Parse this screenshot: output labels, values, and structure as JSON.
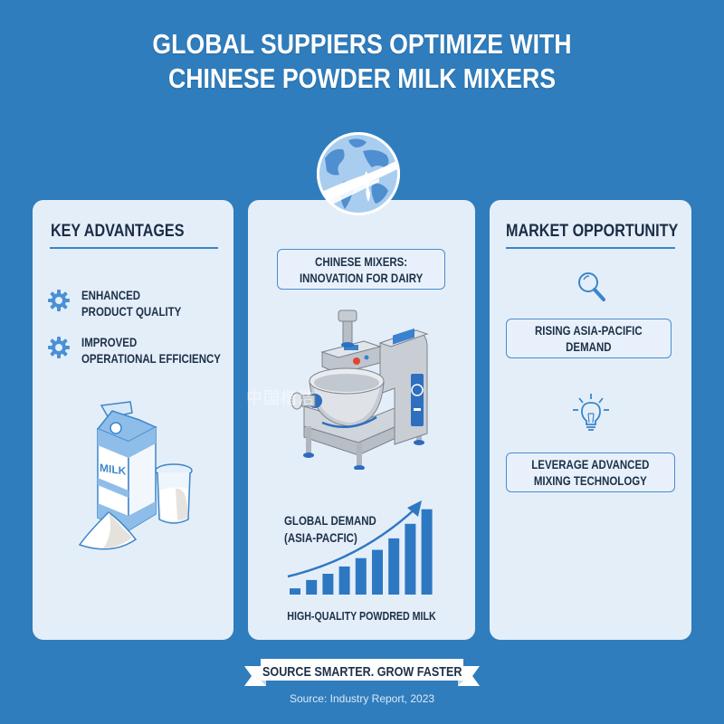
{
  "title": {
    "line1": "GLOBAL SUPPIERS OPTIMIZE WITH",
    "line2": "CHINESE POWDER MILK MIXERS"
  },
  "icons": {
    "globe": "globe-milk-splash-icon",
    "gear": "gear-icon",
    "milk": "milk-carton-glass-powder-illustration",
    "mixer": "powder-mixer-machine-illustration",
    "search": "magnifier-icon",
    "bulb": "lightbulb-icon"
  },
  "colors": {
    "background": "#2f7dbd",
    "panel": "#e4eef9",
    "accent": "#3a86c8",
    "heading_text": "#1b2c45",
    "bar": "#2e78c2"
  },
  "left_panel": {
    "heading": "KEY ADVANTAGES",
    "items": [
      {
        "line1": "ENHANCED",
        "line2": "PRODUCT QUALITY"
      },
      {
        "line1": "IMPROVED",
        "line2": "OPERATIONAL EFFICIENCY"
      }
    ],
    "illustration_label": "MILK"
  },
  "mid_panel": {
    "box_line1": "CHINESE MIXERS:",
    "box_line2": "INNOVATION FOR DAIRY",
    "chart_title_line1": "GLOBAL DEMAND",
    "chart_title_line2": "(ASIA-PACFIC)",
    "chart_caption": "HIGH-QUALITY POWDRED MILK"
  },
  "right_panel": {
    "heading": "MARKET OPPORTUNITY",
    "box1_line1": "RISING ASIA-PACIFIC",
    "box1_line2": "DEMAND",
    "box2_line1": "LEVERAGE ADVANCED",
    "box2_line2": "MIXING TECHNOLOGY"
  },
  "footer": {
    "banner": "SOURCE SMARTER. GROW FASTER",
    "source": "Source: Industry Report, 2023"
  },
  "watermark": "中国楷浩",
  "chart_data": {
    "type": "bar",
    "title": "GLOBAL DEMAND (ASIA-PACFIC)",
    "xlabel": "HIGH-QUALITY POWDRED MILK",
    "ylabel": "",
    "categories": [
      "1",
      "2",
      "3",
      "4",
      "5",
      "6",
      "7",
      "8",
      "9"
    ],
    "values": [
      6,
      14,
      20,
      27,
      35,
      43,
      54,
      68,
      82
    ],
    "trend_arrow": "upward curve",
    "grid": false,
    "legend": "none"
  }
}
